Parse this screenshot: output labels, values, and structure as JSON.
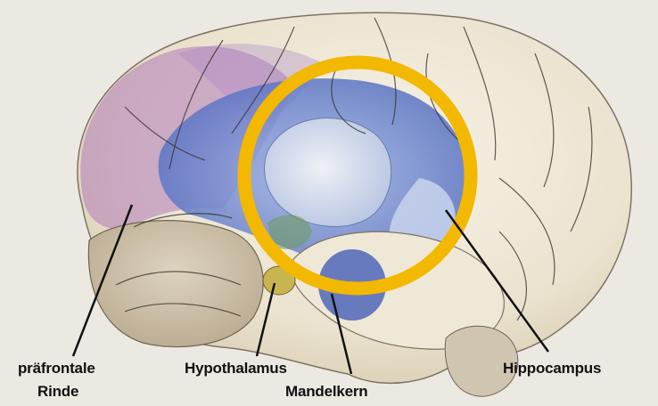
{
  "labels": {
    "prefrontal_line1": "präfrontale",
    "prefrontal_line2": "Rinde",
    "hypothalamus": "Hypothalamus",
    "amygdala": "Mandelkern",
    "hippocampus": "Hippocampus"
  },
  "colors": {
    "background": "#ece9e2",
    "highlight_ring": "#f3b800",
    "prefrontal_region": "#b07ab8",
    "limbic_region": "#5a78c8"
  }
}
